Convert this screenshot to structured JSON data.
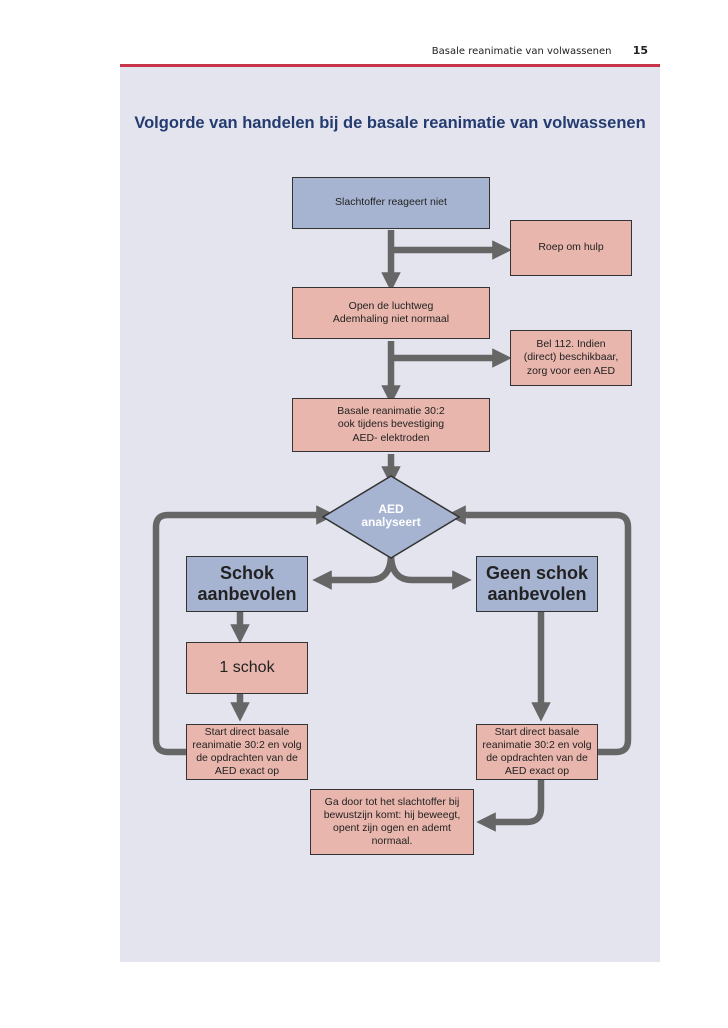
{
  "header": {
    "running_title": "Basale reanimatie van volwassenen",
    "page_number": "15"
  },
  "title": "Volgorde van handelen bij de basale reanimatie van volwassenen",
  "colors": {
    "accent_rule": "#c8344a",
    "panel": "#e4e4ef",
    "title": "#243b70",
    "blue_box": "#a7b4d1",
    "pink_box": "#e8b6ac",
    "arrow": "#666666"
  },
  "flow": {
    "unresponsive": "Slachtoffer reageert niet",
    "call_help": "Roep om hulp",
    "open_airway": "Open de luchtweg\nAdemhaling niet normaal",
    "call_112": "Bel 112. Indien\n(direct) beschikbaar,\nzorg voor een AED",
    "cpr": "Basale reanimatie 30:2\nook tijdens bevestiging\nAED- elektroden",
    "aed_analyses": "AED\nanalyseert",
    "shock_advised": "Schok\naanbevolen",
    "no_shock_advised": "Geen schok\naanbevolen",
    "one_shock": "1 schok",
    "resume_left": "Start direct basale\nreanimatie 30:2 en volg\nde opdrachten van de\nAED exact op",
    "resume_right": "Start direct basale\nreanimatie 30:2 en volg\nde opdrachten van de\nAED exact op",
    "continue": "Ga door tot het slachtoffer bij\nbewustzijn komt: hij beweegt,\nopent zijn ogen en ademt\nnormaal."
  }
}
